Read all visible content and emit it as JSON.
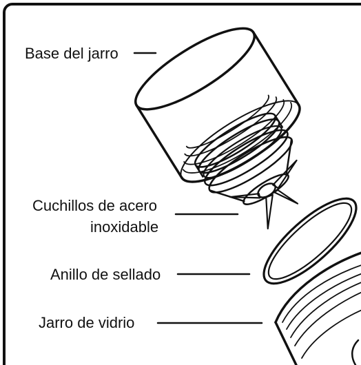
{
  "labels": {
    "base": "Base del jarro",
    "blades_line1": "Cuchillos de acero",
    "blades_line2": "inoxidable",
    "ring": "Anillo de sellado",
    "jar": "Jarro de vidrio"
  },
  "colors": {
    "ink": "#111111",
    "background": "#ffffff"
  }
}
